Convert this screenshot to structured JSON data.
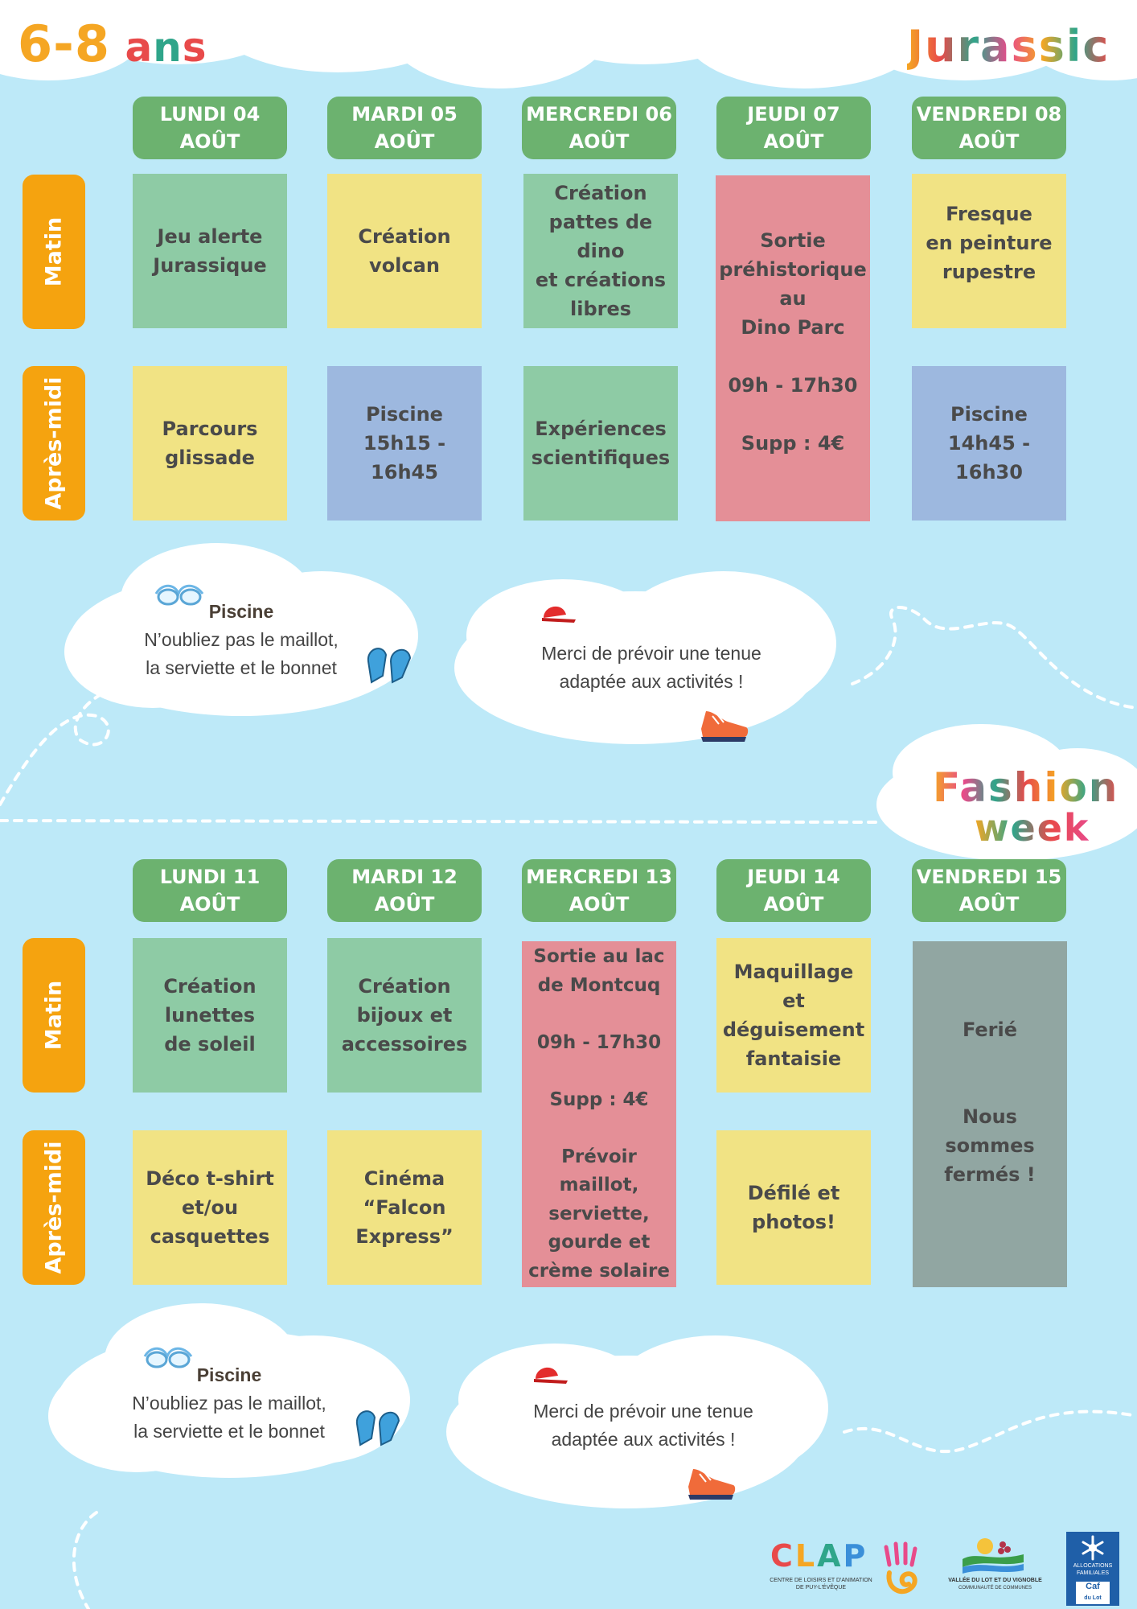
{
  "age": {
    "chars": [
      "6",
      "-",
      "8",
      " ",
      "a",
      "n",
      "s"
    ]
  },
  "week1": {
    "theme": "Jurassic",
    "days": [
      {
        "day": "LUNDI 04",
        "month": "AOÛT"
      },
      {
        "day": "MARDI 05",
        "month": "AOÛT"
      },
      {
        "day": "MERCREDI 06",
        "month": "AOÛT"
      },
      {
        "day": "JEUDI 07",
        "month": "AOÛT"
      },
      {
        "day": "VENDREDI 08",
        "month": "AOÛT"
      }
    ],
    "rows": {
      "morning": "Matin",
      "afternoon": "Après-midi"
    },
    "activities": {
      "mon_am": "Jeu alerte\nJurassique",
      "tue_am": "Création\nvolcan",
      "wed_am": "Création\npattes de dino\net créations\nlibres",
      "thu_all": "Sortie\npréhistorique\nau\nDino Parc\n\n09h - 17h30\n\nSupp : 4€",
      "fri_am": "Fresque\nen peinture\nrupestre",
      "mon_pm": "Parcours\nglissade",
      "tue_pm": "Piscine\n15h15 -\n16h45",
      "wed_pm": "Expériences\nscientifiques",
      "fri_pm": "Piscine\n14h45 -\n16h30"
    },
    "note_pool": {
      "title": "Piscine",
      "text": "N’oubliez pas le maillot,\nla serviette et le bonnet"
    },
    "note_outfit": {
      "text": "Merci de prévoir une tenue\nadaptée aux activités !"
    }
  },
  "week2": {
    "theme_line1": "Fashion",
    "theme_line2": "week",
    "days": [
      {
        "day": "LUNDI 11",
        "month": "AOÛT"
      },
      {
        "day": "MARDI 12",
        "month": "AOÛT"
      },
      {
        "day": "MERCREDI 13",
        "month": "AOÛT"
      },
      {
        "day": "JEUDI 14",
        "month": "AOÛT"
      },
      {
        "day": "VENDREDI 15",
        "month": "AOÛT"
      }
    ],
    "rows": {
      "morning": "Matin",
      "afternoon": "Après-midi"
    },
    "activities": {
      "mon_am": "Création\nlunettes\nde soleil",
      "tue_am": "Création\nbijoux et\naccessoires",
      "wed_all": "Sortie au lac\nde Montcuq\n\n09h - 17h30\n\nSupp : 4€\n\nPrévoir\nmaillot,\nserviette,\ngourde et\ncrème solaire",
      "thu_am": "Maquillage et\ndéguisement\nfantaisie",
      "fri_all": "Ferié\n\n\nNous sommes\nfermés !",
      "mon_pm": "Déco t-shirt\net/ou\ncasquettes",
      "tue_pm": "Cinéma\n“Falcon\nExpress”",
      "thu_pm": "Défilé et\nphotos!"
    },
    "note_pool": {
      "title": "Piscine",
      "text": "N’oubliez pas le maillot,\nla serviette et le bonnet"
    },
    "note_outfit": {
      "text": "Merci de prévoir une tenue\nadaptée aux activités !"
    }
  },
  "footer": {
    "clap_chars": [
      "C",
      "L",
      "A",
      "P"
    ],
    "clap_sub1": "CENTRE DE LOISIRS ET D'ANIMATION",
    "clap_sub2": "DE PUY-L'ÉVÊQUE",
    "vallee_line1": "VALLÉE DU LOT ET DU VIGNOBLE",
    "vallee_line2": "COMMUNAUTÉ DE COMMUNES",
    "caf_line1": "ALLOCATIONS",
    "caf_line2": "FAMILIALES",
    "caf_line3": "Caf",
    "caf_line4": "du Lot"
  },
  "colors": {
    "header_green": "#6cb26f",
    "side_orange": "#f5a30f",
    "background": "#bde9f8"
  }
}
